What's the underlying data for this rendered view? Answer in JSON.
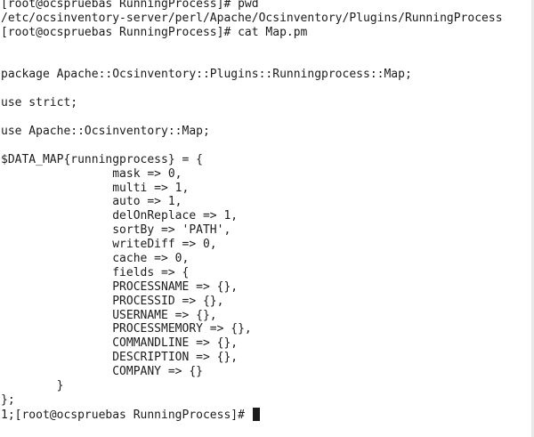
{
  "terminal": {
    "lines": [
      "[root@ocspruebas RunningProcess]# pwd",
      "/etc/ocsinventory-server/perl/Apache/Ocsinventory/Plugins/RunningProcess",
      "[root@ocspruebas RunningProcess]# cat Map.pm",
      "",
      "",
      "package Apache::Ocsinventory::Plugins::Runningprocess::Map;",
      "",
      "use strict;",
      "",
      "use Apache::Ocsinventory::Map;",
      "",
      "$DATA_MAP{runningprocess} = {",
      "                mask => 0,",
      "                multi => 1,",
      "                auto => 1,",
      "                delOnReplace => 1,",
      "                sortBy => 'PATH',",
      "                writeDiff => 0,",
      "                cache => 0,",
      "                fields => {",
      "                PROCESSNAME => {},",
      "                PROCESSID => {},",
      "                USERNAME => {},",
      "                PROCESSMEMORY => {},",
      "                COMMANDLINE => {},",
      "                DESCRIPTION => {},",
      "                COMPANY => {}",
      "        }",
      "};"
    ],
    "prompt_line": "1;[root@ocspruebas RunningProcess]# ",
    "cursor_color": "#1c1c1c"
  }
}
